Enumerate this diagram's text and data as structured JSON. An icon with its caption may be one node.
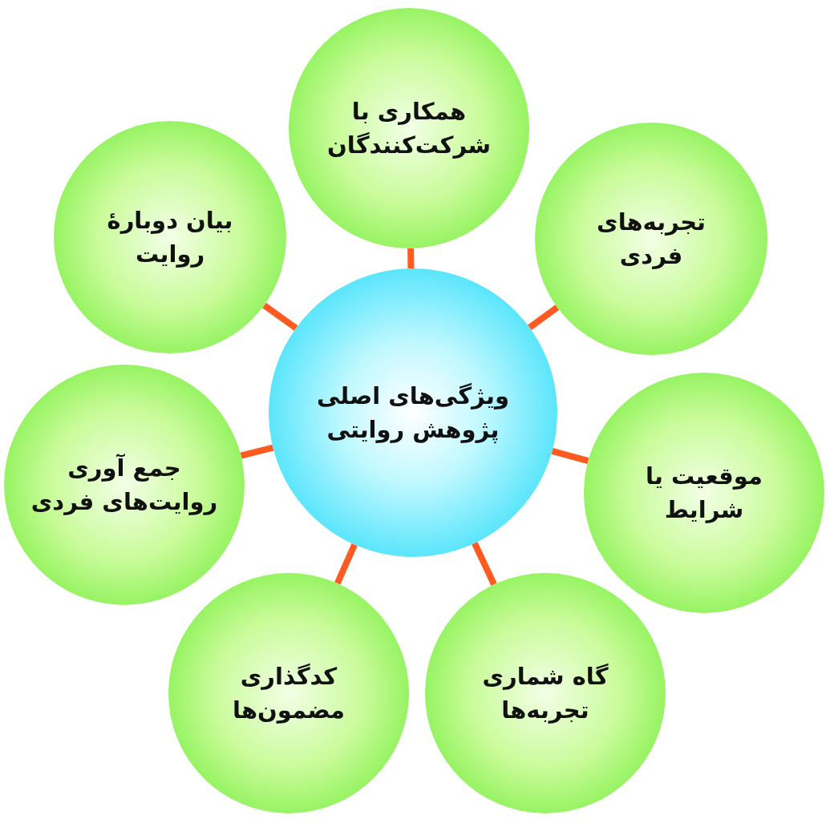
{
  "diagram": {
    "nodes": [
      {
        "text": [
          "ویژگی‌های اصلی پژوهش روایتی"
        ]
      },
      {
        "text": [
          "همکاری با شرکت‌کنندگان"
        ]
      },
      {
        "text": [
          "تجربه‌های فردی"
        ]
      },
      {
        "text": [
          "موقعیت یا شرایط"
        ]
      },
      {
        "text": [
          "گاه شماری تجربه‌ها"
        ]
      },
      {
        "text": [
          "کدگذاری مضمون‌ها"
        ]
      },
      {
        "text": [
          "جمع آوری روایت‌های فردی"
        ]
      },
      {
        "text": [
          "بیان دوبارهٔ روایت"
        ]
      }
    ],
    "edges": [
      {
        "from": 0,
        "to": 1,
        "arrow": "none"
      },
      {
        "from": 0,
        "to": 2,
        "arrow": "none"
      },
      {
        "from": 0,
        "to": 3,
        "arrow": "none"
      },
      {
        "from": 0,
        "to": 4,
        "arrow": "none"
      },
      {
        "from": 0,
        "to": 5,
        "arrow": "none"
      },
      {
        "from": 0,
        "to": 6,
        "arrow": "none"
      },
      {
        "from": 0,
        "to": 7,
        "arrow": "none"
      }
    ]
  }
}
